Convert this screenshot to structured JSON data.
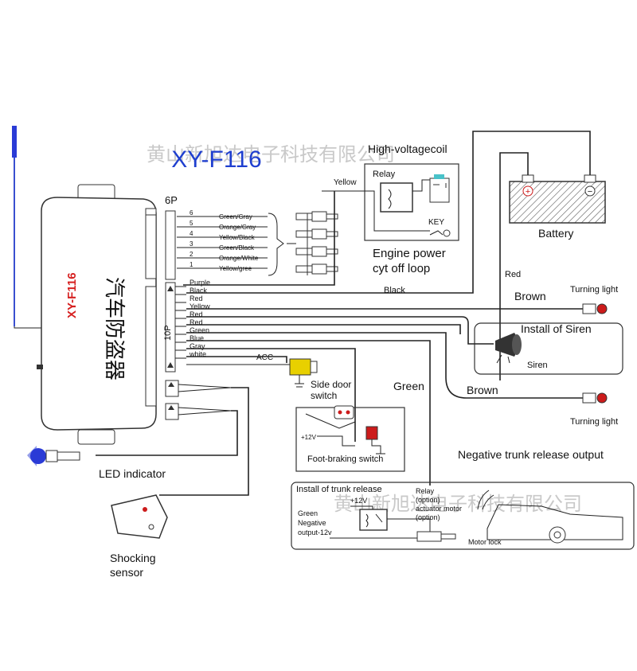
{
  "title": "XY-F116",
  "watermark": "黄山新旭达电子科技有限公司",
  "unit": {
    "model": "XY-F116",
    "name_cn": "汽车防盗器"
  },
  "connector_6p": {
    "label": "6P",
    "wires": [
      {
        "pin": "6",
        "color_name": "Green/Gray"
      },
      {
        "pin": "5",
        "color_name": "Orange/Gray"
      },
      {
        "pin": "4",
        "color_name": "Yellow/Black"
      },
      {
        "pin": "3",
        "color_name": "Green/Black"
      },
      {
        "pin": "2",
        "color_name": "Orange/White"
      },
      {
        "pin": "1",
        "color_name": "Yellow/gree"
      }
    ]
  },
  "connector_10p": {
    "label": "10P",
    "wires": [
      "Purple",
      "Black",
      "Red",
      "Yellow",
      "Red",
      "Red",
      "Green",
      "Blue",
      "Gray",
      "white"
    ]
  },
  "labels": {
    "high_voltage_coil": "High-voltagecoil",
    "yellow": "Yellow",
    "relay": "Relay",
    "key": "KEY",
    "engine_power_1": "Engine power",
    "engine_power_2": "cyt off loop",
    "battery": "Battery",
    "red": "Red",
    "black": "Black",
    "brown_top": "Brown",
    "turning_light_top": "Turning light",
    "install_siren": "Install of Siren",
    "siren": "Siren",
    "green": "Green",
    "acc": "ACC",
    "side_door_1": "Side door",
    "side_door_2": "switch",
    "brown_bottom": "Brown",
    "turning_light_bottom": "Turning light",
    "plus12v": "+12V",
    "foot_braking": "Foot-braking switch",
    "negative_trunk": "Negative trunk release output",
    "led_indicator": "LED indicator",
    "install_trunk": "Install of trunk release",
    "trunk_plus12v": "+12V",
    "relay_option": "Relay",
    "option1": "(option)",
    "actuator_motor": "actuator motor",
    "option2": "(option)",
    "green_neg_1": "Green",
    "green_neg_2": "Negative",
    "green_neg_3": "output-12v",
    "motor_lock": "Motor lock",
    "shocking_1": "Shocking",
    "shocking_2": "sensor"
  },
  "colors": {
    "title": "#1f3fcf",
    "model_red": "#d62020",
    "watermark": "#c9c9c9",
    "lamp_red": "#cc1b1b",
    "relay_cyan": "#49c2c9",
    "side_door_yellow": "#e8d000",
    "led_blue": "#2a3bd6"
  }
}
